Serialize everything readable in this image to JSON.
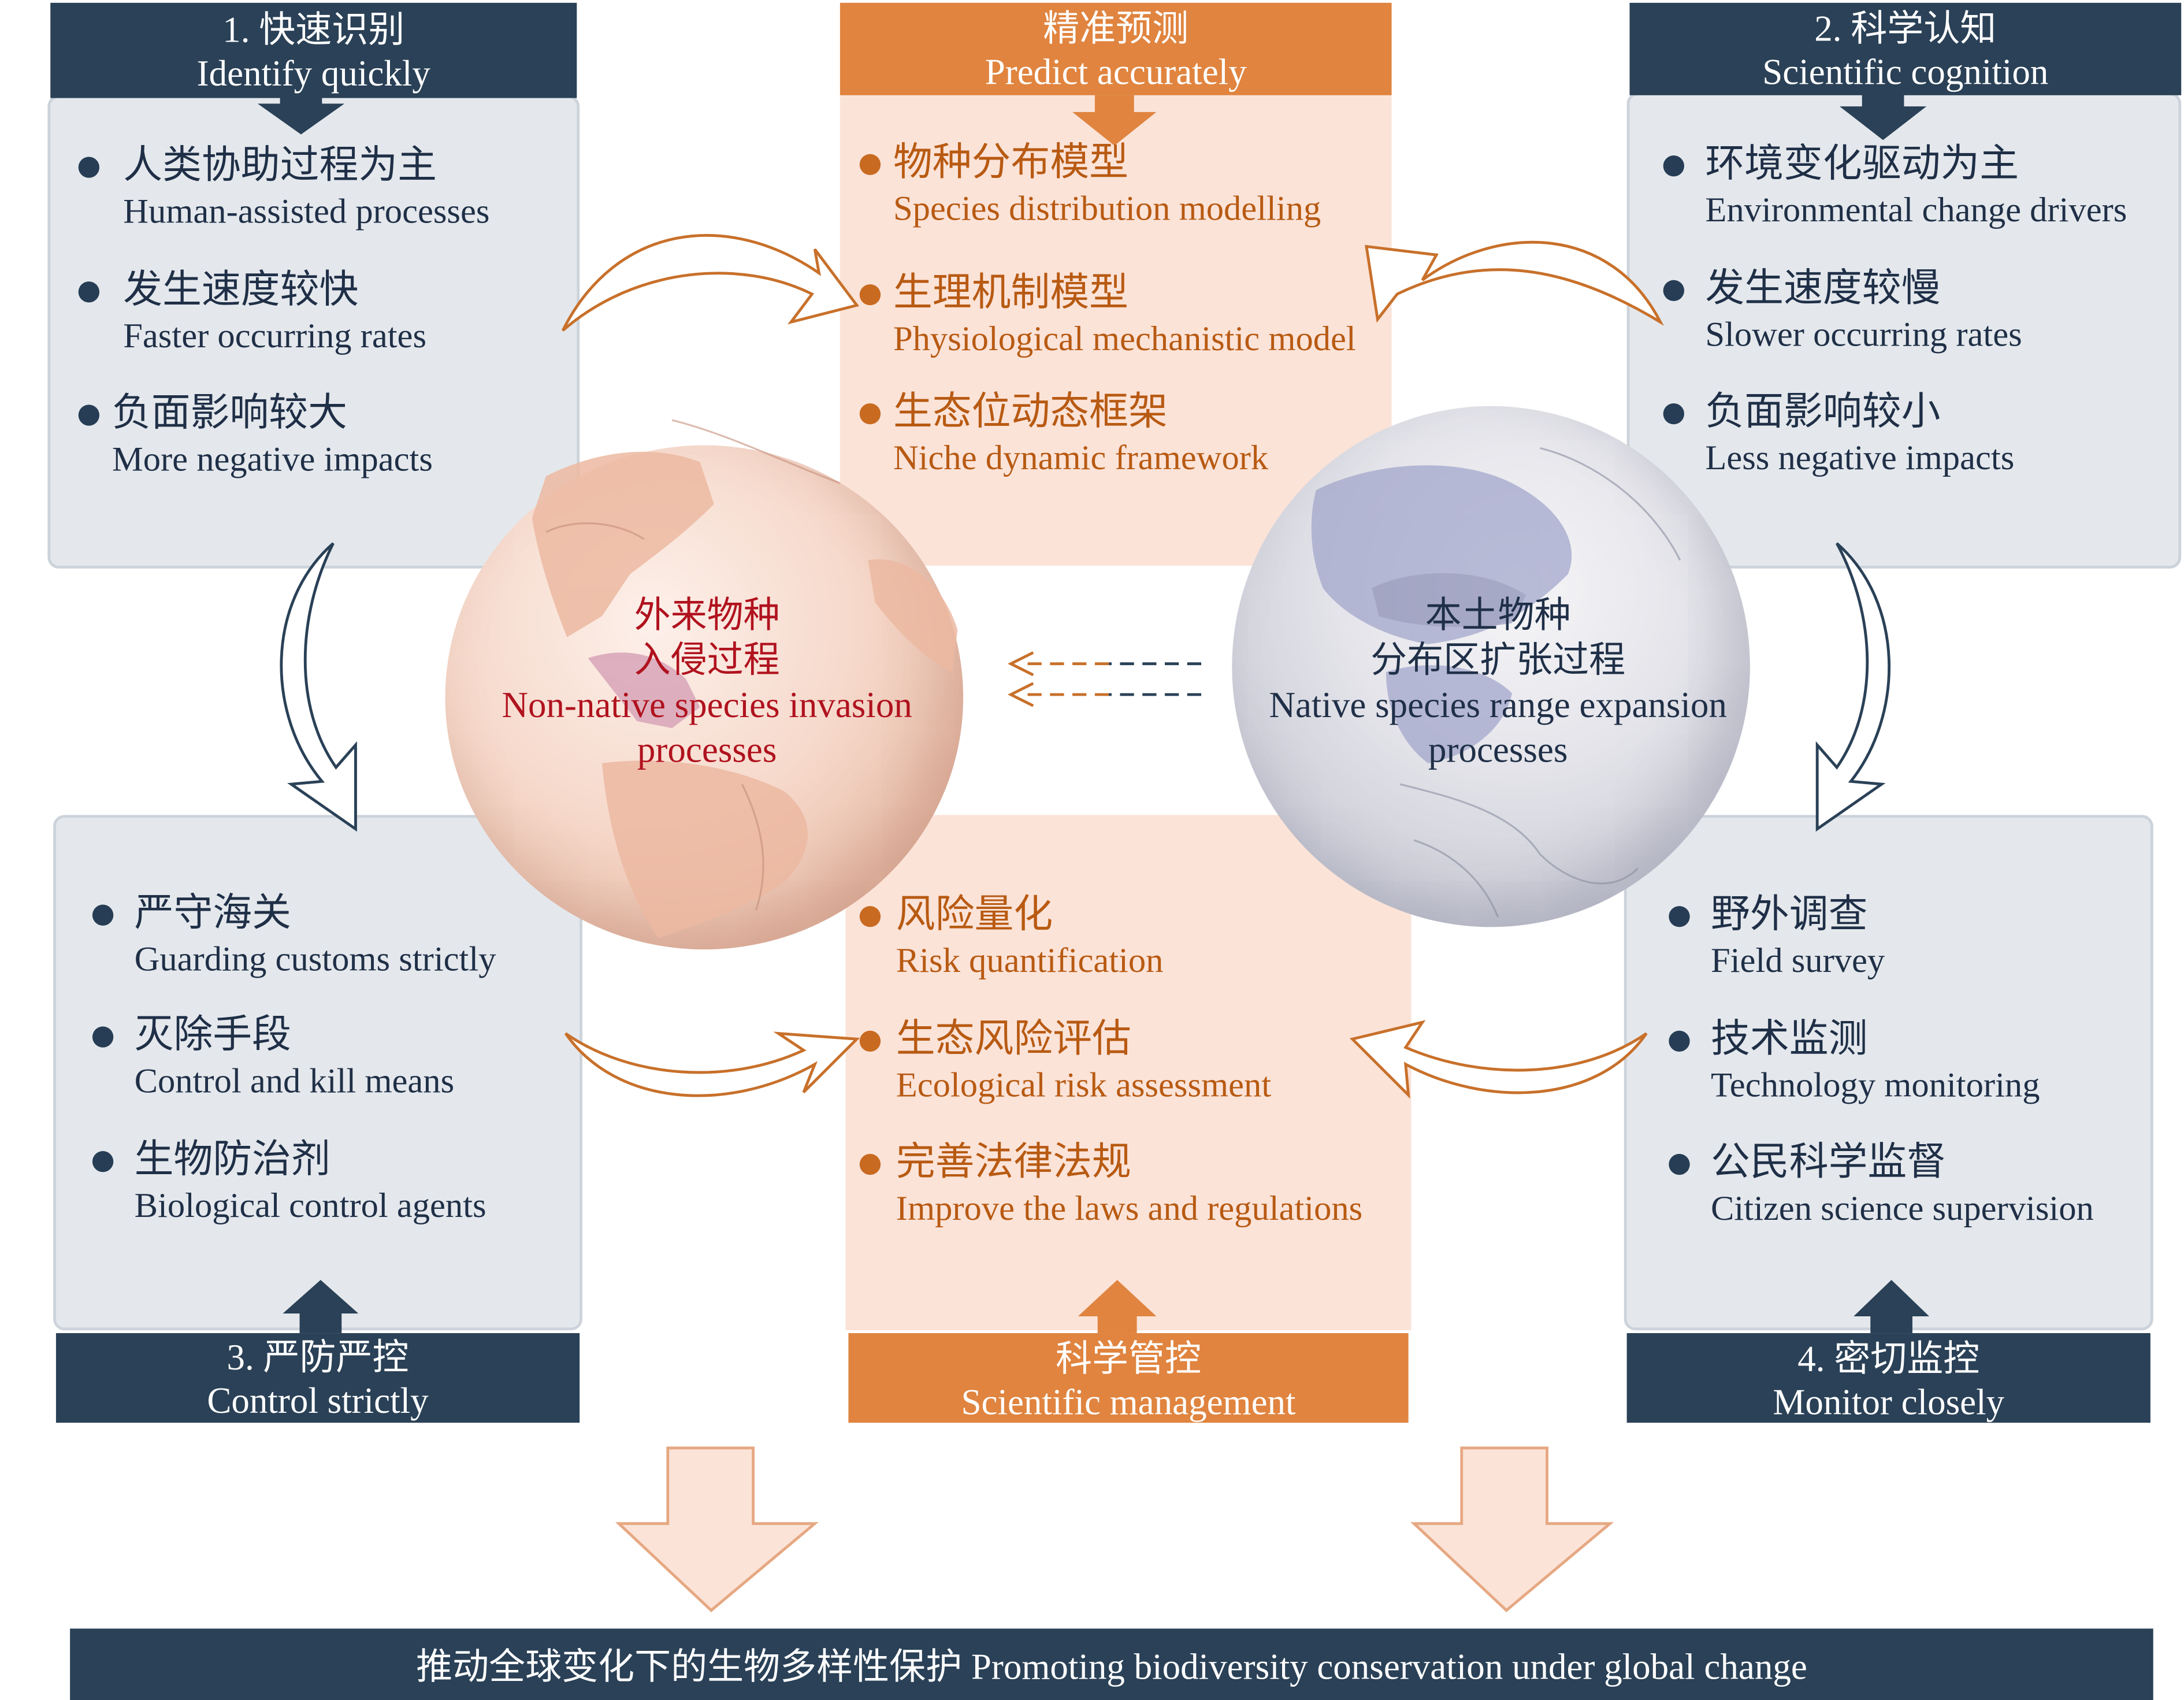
{
  "colors": {
    "navy": "#2a4157",
    "orange_header": "#e0843f",
    "panel_grey": "#e4e8ec",
    "panel_peach": "#fbe3d8",
    "orange_text": "#b85a12",
    "invasion_text": "#b0121e"
  },
  "panels": {
    "identify": {
      "header_cn": "1. 快速识别",
      "header_en": "Identify quickly",
      "items": [
        {
          "cn": "人类协助过程为主",
          "en": "Human-assisted processes"
        },
        {
          "cn": "发生速度较快",
          "en": "Faster occurring rates"
        },
        {
          "cn": "负面影响较大",
          "en": "More negative impacts"
        }
      ]
    },
    "predict": {
      "header_cn": "精准预测",
      "header_en": "Predict accurately",
      "items": [
        {
          "cn": "物种分布模型",
          "en": "Species distribution modelling"
        },
        {
          "cn": "生理机制模型",
          "en": "Physiological mechanistic model"
        },
        {
          "cn": "生态位动态框架",
          "en": "Niche dynamic framework"
        }
      ]
    },
    "cognition": {
      "header_cn": "2. 科学认知",
      "header_en": "Scientific cognition",
      "items": [
        {
          "cn": "环境变化驱动为主",
          "en": "Environmental change drivers"
        },
        {
          "cn": "发生速度较慢",
          "en": "Slower occurring rates"
        },
        {
          "cn": "负面影响较小",
          "en": "Less negative impacts"
        }
      ]
    },
    "control": {
      "header_cn": "3. 严防严控",
      "header_en": "Control strictly",
      "items": [
        {
          "cn": "严守海关",
          "en": "Guarding customs strictly"
        },
        {
          "cn": "灭除手段",
          "en": "Control and kill means"
        },
        {
          "cn": "生物防治剂",
          "en": "Biological control agents"
        }
      ]
    },
    "management": {
      "header_cn": "科学管控",
      "header_en": "Scientific management",
      "items": [
        {
          "cn": "风险量化",
          "en": "Risk quantification"
        },
        {
          "cn": "生态风险评估",
          "en": "Ecological risk assessment"
        },
        {
          "cn": "完善法律法规",
          "en": "Improve the laws and regulations"
        }
      ]
    },
    "monitor": {
      "header_cn": "4. 密切监控",
      "header_en": "Monitor closely",
      "items": [
        {
          "cn": "野外调查",
          "en": "Field survey"
        },
        {
          "cn": "技术监测",
          "en": "Technology monitoring"
        },
        {
          "cn": "公民科学监督",
          "en": "Citizen science supervision"
        }
      ]
    }
  },
  "globes": {
    "invasion": {
      "cn1": "外来物种",
      "cn2": "入侵过程",
      "en1": "Non-native species invasion",
      "en2": "processes"
    },
    "native": {
      "cn1": "本土物种",
      "cn2": "分布区扩张过程",
      "en1": "Native species range expansion",
      "en2": "processes"
    }
  },
  "footer": "推动全球变化下的生物多样性保护 Promoting biodiversity conservation under global change"
}
